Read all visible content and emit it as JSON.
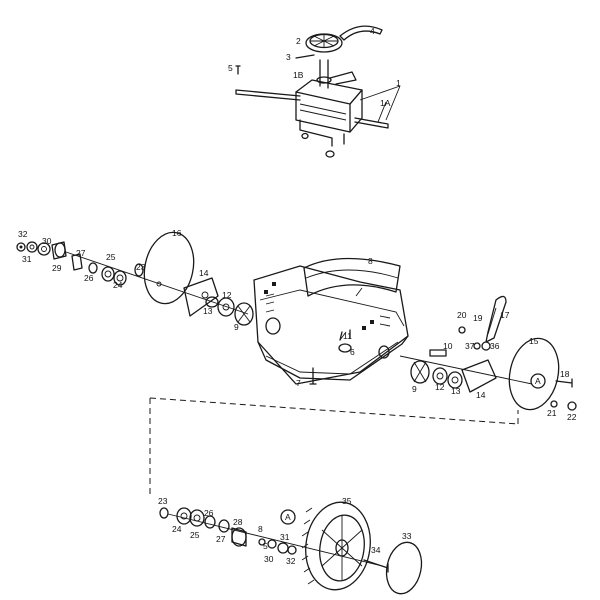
{
  "labels": {
    "gearbox": "1",
    "gearbox_a": "1A",
    "gearbox_b": "1B",
    "pulley": "2",
    "pin": "3",
    "clip": "4",
    "screw_top": "5",
    "cover": "8",
    "bolt_center": "7",
    "washer_center": "6",
    "bolt_11": "11",
    "left_9": "9",
    "left_12": "12",
    "left_13": "13",
    "left_14": "14",
    "left_16": "16",
    "left_23": "23",
    "left_24": "24",
    "left_25": "25",
    "left_26": "26",
    "left_27": "27",
    "left_29": "29",
    "left_30": "30",
    "left_31": "31",
    "left_32": "32",
    "right_9": "9",
    "right_10": "10",
    "right_12": "12",
    "right_13": "13",
    "right_14": "14",
    "right_15": "15",
    "right_17": "17",
    "right_18": "18",
    "right_19": "19",
    "right_20": "20",
    "right_21": "21",
    "right_22": "22",
    "right_36": "36",
    "right_37": "37",
    "right_marker": "A",
    "wheel_23": "23",
    "wheel_24": "24",
    "wheel_25": "25",
    "wheel_26": "26",
    "wheel_27": "27",
    "wheel_28": "28",
    "wheel_8": "8",
    "wheel_5": "5",
    "wheel_30": "30",
    "wheel_31": "31",
    "wheel_32": "32",
    "wheel_34": "34",
    "wheel_35": "35",
    "wheel_33": "33",
    "wheel_marker": "A"
  }
}
